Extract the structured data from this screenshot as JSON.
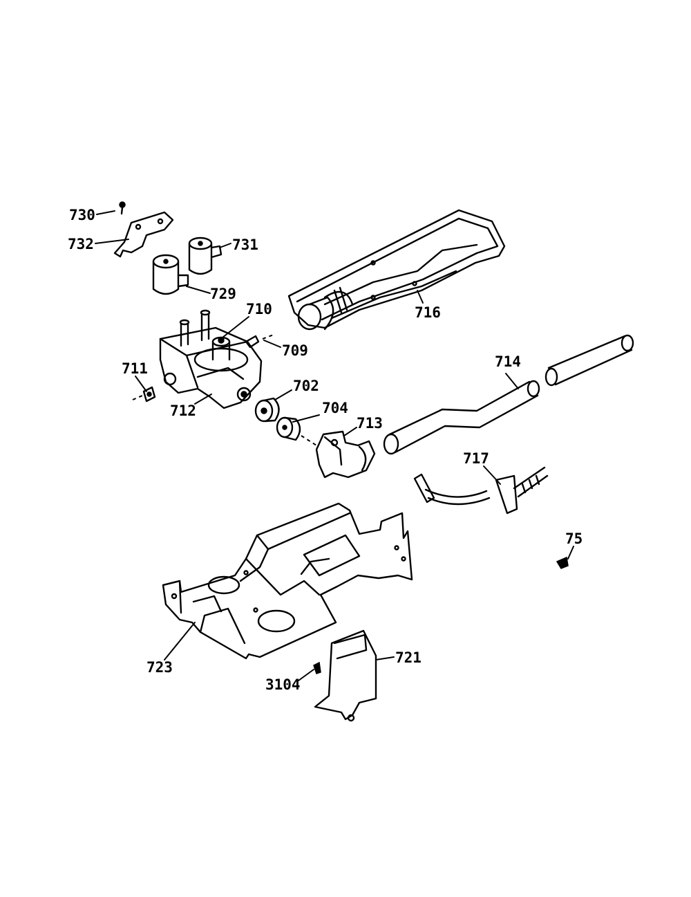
{
  "diagram": {
    "callouts": [
      {
        "id": "730",
        "label": "730"
      },
      {
        "id": "732",
        "label": "732"
      },
      {
        "id": "731",
        "label": "731"
      },
      {
        "id": "729",
        "label": "729"
      },
      {
        "id": "710",
        "label": "710"
      },
      {
        "id": "709",
        "label": "709"
      },
      {
        "id": "711",
        "label": "711"
      },
      {
        "id": "712",
        "label": "712"
      },
      {
        "id": "702",
        "label": "702"
      },
      {
        "id": "704",
        "label": "704"
      },
      {
        "id": "713",
        "label": "713"
      },
      {
        "id": "716",
        "label": "716"
      },
      {
        "id": "714",
        "label": "714"
      },
      {
        "id": "717",
        "label": "717"
      },
      {
        "id": "75",
        "label": "75"
      },
      {
        "id": "723",
        "label": "723"
      },
      {
        "id": "3104",
        "label": "3104"
      },
      {
        "id": "721",
        "label": "721"
      }
    ]
  }
}
